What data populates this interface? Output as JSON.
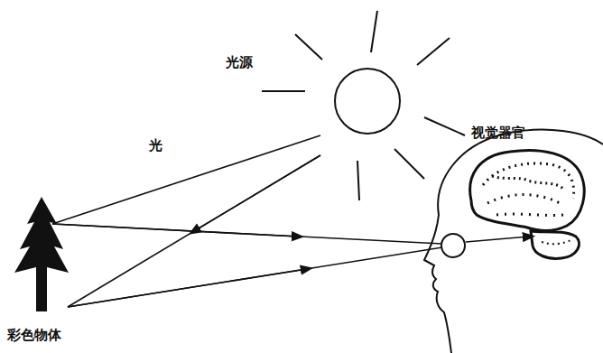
{
  "diagram": {
    "labels": [
      "光源",
      "光",
      "视觉器官",
      "彩色物体"
    ]
  }
}
